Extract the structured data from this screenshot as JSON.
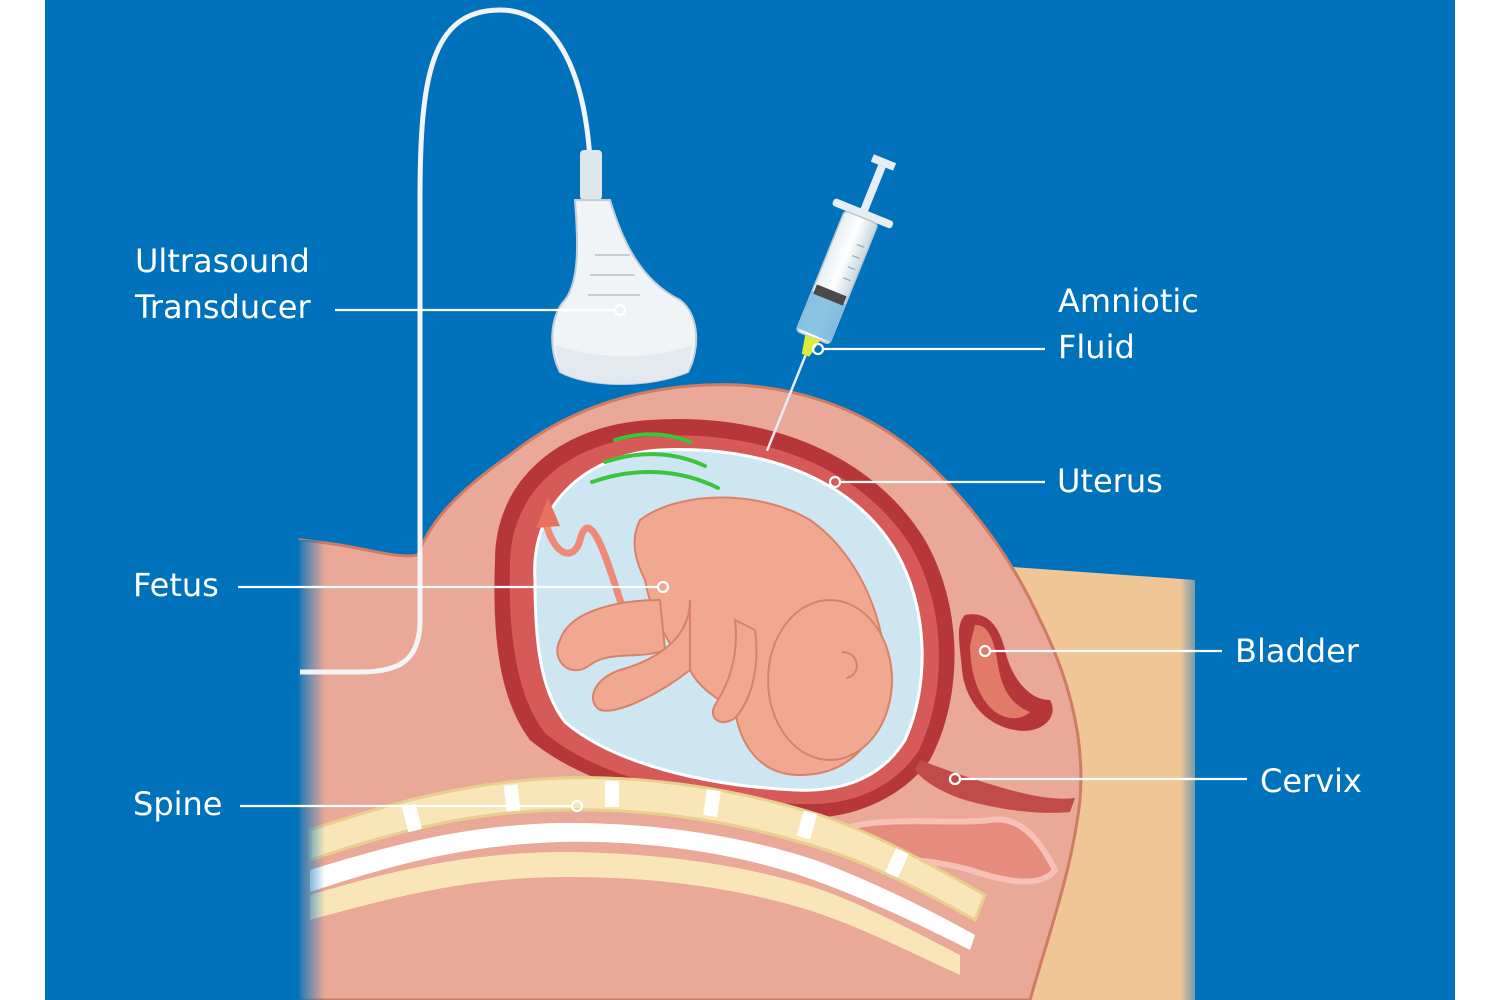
{
  "labels": {
    "transducer": {
      "line1": "Ultrasound",
      "line2": "Transducer"
    },
    "amniotic": {
      "line1": "Amniotic",
      "line2": "Fluid"
    },
    "uterus": "Uterus",
    "fetus": "Fetus",
    "bladder": "Bladder",
    "cervix": "Cervix",
    "spine": "Spine"
  },
  "colors": {
    "background": "#0072bc",
    "skin": "#e9a898",
    "skin_outline": "#d07c62",
    "uterus_wall": "#b7363a",
    "amniotic": "#cde6f2",
    "fetus": "#f2a890",
    "spine": "#f8e6b8",
    "leg": "#f1c696",
    "pulse": "#3cc43c"
  }
}
